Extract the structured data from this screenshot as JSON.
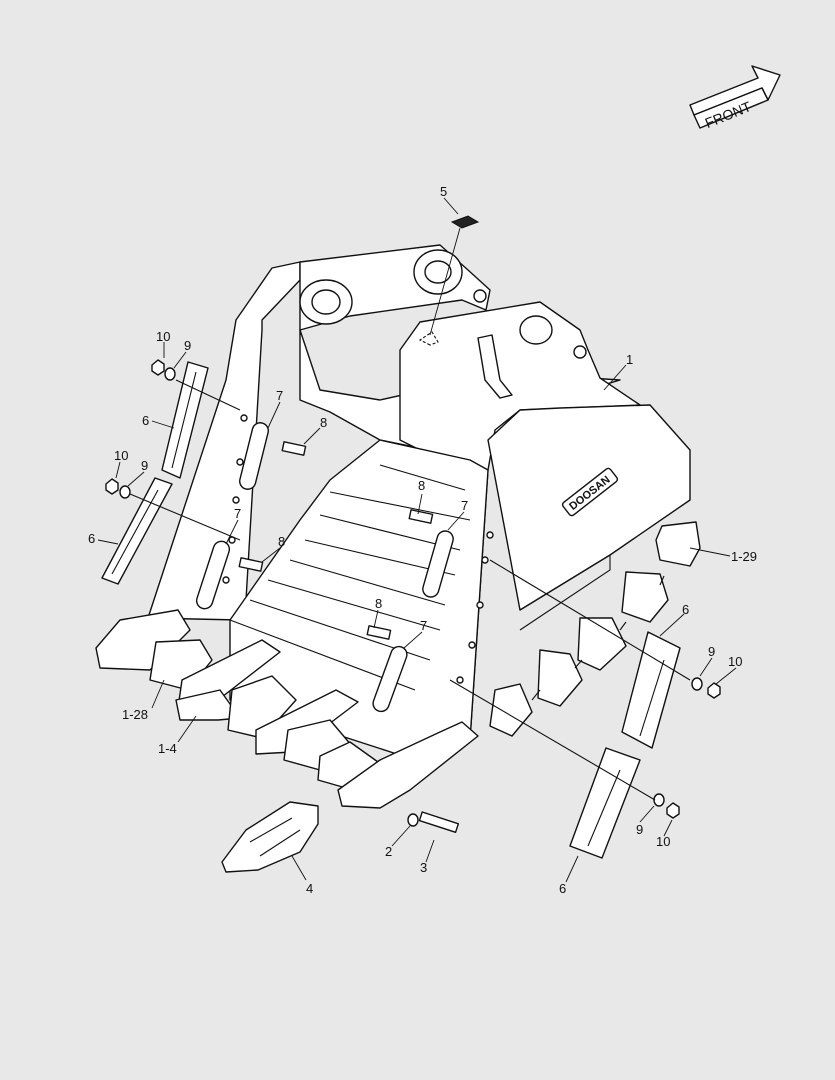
{
  "front_arrow": {
    "text": "FRONT"
  },
  "brand_text": "DOOSAN",
  "callouts": [
    {
      "id": "c5",
      "text": "5"
    },
    {
      "id": "c1",
      "text": "1"
    },
    {
      "id": "c10a",
      "text": "10"
    },
    {
      "id": "c9a",
      "text": "9"
    },
    {
      "id": "c6a",
      "text": "6"
    },
    {
      "id": "c10b",
      "text": "10"
    },
    {
      "id": "c9b",
      "text": "9"
    },
    {
      "id": "c6b",
      "text": "6"
    },
    {
      "id": "c7a",
      "text": "7"
    },
    {
      "id": "c8a",
      "text": "8"
    },
    {
      "id": "c7b",
      "text": "7"
    },
    {
      "id": "c8b",
      "text": "8"
    },
    {
      "id": "c8c",
      "text": "8"
    },
    {
      "id": "c7c",
      "text": "7"
    },
    {
      "id": "c8d",
      "text": "8"
    },
    {
      "id": "c7d",
      "text": "7"
    },
    {
      "id": "c129",
      "text": "1-29"
    },
    {
      "id": "c6c",
      "text": "6"
    },
    {
      "id": "c9c",
      "text": "9"
    },
    {
      "id": "c10c",
      "text": "10"
    },
    {
      "id": "c128",
      "text": "1-28"
    },
    {
      "id": "c14",
      "text": "1-4"
    },
    {
      "id": "c2",
      "text": "2"
    },
    {
      "id": "c3",
      "text": "3"
    },
    {
      "id": "c4",
      "text": "4"
    },
    {
      "id": "c6d",
      "text": "6"
    },
    {
      "id": "c9d",
      "text": "9"
    },
    {
      "id": "c10d",
      "text": "10"
    }
  ]
}
